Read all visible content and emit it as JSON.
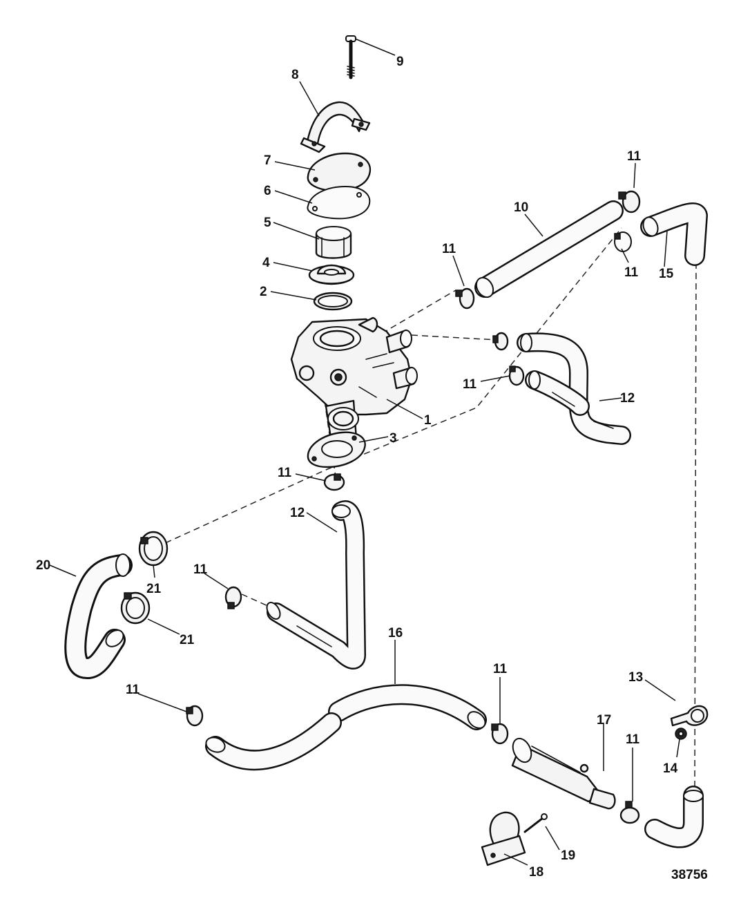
{
  "diagram": {
    "figure_number": "38756",
    "callouts": {
      "c1": "1",
      "c2": "2",
      "c3": "3",
      "c4": "4",
      "c5": "5",
      "c6": "6",
      "c7": "7",
      "c8": "8",
      "c9": "9",
      "c10": "10",
      "c11a": "11",
      "c11b": "11",
      "c11c": "11",
      "c11d": "11",
      "c11e": "11",
      "c11f": "11",
      "c11g": "11",
      "c11h": "11",
      "c11i": "11",
      "c12a": "12",
      "c12b": "12",
      "c13": "13",
      "c14": "14",
      "c15": "15",
      "c16": "16",
      "c17": "17",
      "c18": "18",
      "c19": "19",
      "c20": "20",
      "c21a": "21",
      "c21b": "21"
    }
  }
}
